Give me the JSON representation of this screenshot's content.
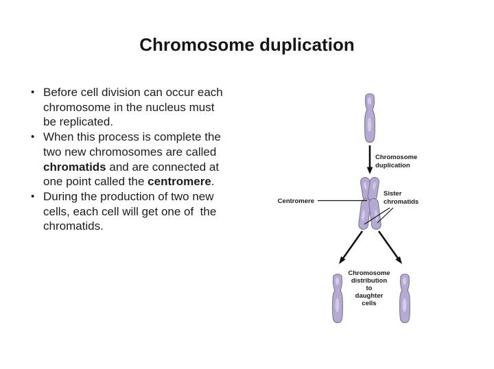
{
  "slide": {
    "title": "Chromosome duplication",
    "bullet_char": "•",
    "bullets": [
      {
        "lines": [
          [
            {
              "t": "Before cell division can occur each"
            }
          ],
          [
            {
              "t": "chromosome in the nucleus must"
            }
          ],
          [
            {
              "t": "be replicated."
            }
          ]
        ]
      },
      {
        "lines": [
          [
            {
              "t": "When this process is complete the"
            }
          ],
          [
            {
              "t": "two new chromosomes are called"
            }
          ],
          [
            {
              "t": "chromatids",
              "b": true
            },
            {
              "t": " and are connected at"
            }
          ],
          [
            {
              "t": "one point called the "
            },
            {
              "t": "centromere",
              "b": true
            },
            {
              "t": "."
            }
          ]
        ]
      },
      {
        "lines": [
          [
            {
              "t": "During the production of two new"
            }
          ],
          [
            {
              "t": "cells, each cell will get one of  the"
            }
          ],
          [
            {
              "t": "chromatids."
            }
          ]
        ]
      }
    ]
  },
  "diagram": {
    "duplication_label": [
      "Chromosome",
      "duplication"
    ],
    "centromere_label": "Centromere",
    "sister_label": [
      "Sister",
      "chromatids"
    ],
    "distribution_label": [
      "Chromosome",
      "distribution",
      "to",
      "daughter",
      "cells"
    ],
    "colors": {
      "chromosome_fill": "#b5abd2",
      "chromosome_outline": "#84789f",
      "chromosome_highlight": "#d8d2e8",
      "label_text": "#1a1a1a",
      "arrow": "#121212"
    }
  }
}
